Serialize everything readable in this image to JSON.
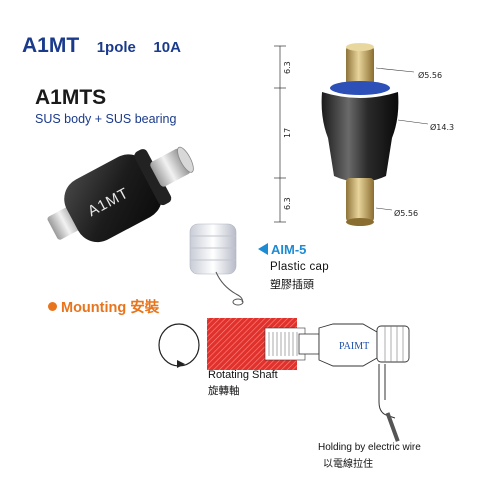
{
  "header": {
    "model": "A1MT",
    "poles": "1pole",
    "current": "10A"
  },
  "product": {
    "variant": "A1MTS",
    "material": "SUS body + SUS bearing",
    "body_marking": "A1MT"
  },
  "dimensions": {
    "top_shaft_length": "6.3",
    "body_length": "17",
    "bottom_shaft_length": "6.3",
    "top_shaft_dia": "Ø5.56",
    "body_dia": "Ø14.3",
    "bottom_shaft_dia": "Ø5.56"
  },
  "accessory": {
    "code": "AIM-5",
    "name_en": "Plastic cap",
    "name_zh": "塑膠插頭"
  },
  "mounting": {
    "title_en": "Mounting",
    "title_zh": "安裝",
    "shaft_en": "Rotating Shaft",
    "shaft_zh": "旋轉軸",
    "wire_en": "Holding by electric wire",
    "wire_zh": "以電線拉住",
    "logo": "PAIMT"
  },
  "colors": {
    "title_blue": "#1a3a8c",
    "accent_blue": "#1d8bd4",
    "mount_orange": "#e8741c",
    "shaft_red": "#e0312d",
    "brass": "#c8a862"
  }
}
